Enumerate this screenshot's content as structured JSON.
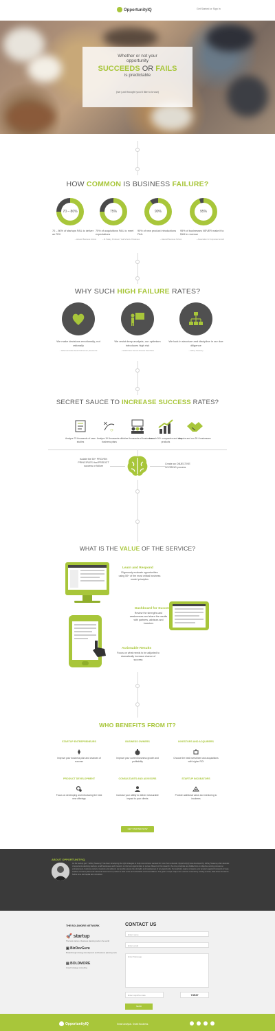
{
  "header": {
    "logo": "OpportunityIQ",
    "login": "Get Started or Sign In"
  },
  "hero": {
    "line1": "Whether or not your",
    "line2": "opportunity",
    "word_succeeds": "SUCCEEDS",
    "word_or": "OR",
    "word_fails": "FAILS",
    "line4": "is predictable",
    "line5": "(we just thought you'd like to know)"
  },
  "common": {
    "title_a": "HOW",
    "title_b": "COMMON",
    "title_c": "IS BUSINESS",
    "title_d": "FAILURE?",
    "stats": [
      {
        "value": "70 – 80%",
        "pct": 0.75,
        "text": "70 – 80% of startups FAIL to deliver an ROI",
        "source": "– Harvard Business School"
      },
      {
        "value": "75%",
        "pct": 0.75,
        "text": "75% of acquisitions FAIL to meet expectations",
        "source": "– M. Bailey, Professor, Yeal School of Business"
      },
      {
        "value": "90%",
        "pct": 0.9,
        "text": "90% of new product introductions FAIL",
        "source": "– Harvard Business School"
      },
      {
        "value": "95%",
        "pct": 0.95,
        "text": "95% of businesses NEVER make it to $1M in revenue",
        "source": "– Association for Corporate Growth"
      }
    ]
  },
  "why": {
    "title_a": "WHY SUCH",
    "title_b": "HIGH FAILURE",
    "title_c": "RATES?",
    "items": [
      {
        "text": "We make decisions emotionally, not rationally",
        "source": "– Nobel Laureate Daniel Kahneman, Economist"
      },
      {
        "text": "We resist deep analysis; our optimism introduces high risk",
        "source": "– Global Flow Venture Director Neal Peck"
      },
      {
        "text": "We lack in structure and discipline in our due diligence",
        "source": "– Jeffrey Sweeney"
      }
    ]
  },
  "sauce": {
    "title_a": "SECRET SAUCE TO",
    "title_b": "INCREASE SUCCESS",
    "title_c": "RATES?",
    "items": [
      "Analyze 70 thousands of case studies",
      "Analyze 1K thousands of business plans",
      "Advise thousands of businesses",
      "Launch 50+ companies and new products",
      "Acquire and run 20+ businesses"
    ],
    "left": "Isolate the 50+ PROVEN PRINCIPLES that PREDICT success or failure",
    "right": "Create an OBJECTIVE SCORING process"
  },
  "value": {
    "title_a": "WHAT IS THE",
    "title_b": "VALUE",
    "title_c": "OF THE SERVICE?",
    "items": [
      {
        "title": "Learn and Respond",
        "text": "Rigorously evaluate opportunities using 50+ of the most critical business model principles"
      },
      {
        "title": "Dashboard for Success",
        "text": "Review the strengths and weaknesses and share the results with partners, advisors and investors"
      },
      {
        "title": "Actionable Results",
        "text": "Focus on what needs to be adjusted to dramatically increase chance of success"
      }
    ]
  },
  "benefits": {
    "title_a": "WHO",
    "title_b": "BENEFITS",
    "title_c": "FROM IT?",
    "items": [
      {
        "title": "STARTUP ENTREPRENEURS",
        "text": "Improve your business plan and chances of success"
      },
      {
        "title": "BUSINESS OWNERS",
        "text": "Improve your current business growth and profitability"
      },
      {
        "title": "INVESTORS AND ACQUIRERS",
        "text": "Choose the best investment and acquisitions with higher ROI"
      },
      {
        "title": "PRODUCT DEVELOPMENT",
        "text": "Focus on developing and introducing the best new offerings"
      },
      {
        "title": "CONSULTANTS AND ADVISORS",
        "text": "Increase your ability to deliver measurable impact to your clients"
      },
      {
        "title": "STARTUP INCUBATORS",
        "text": "Provide additional value and mentoring to incubees"
      }
    ],
    "cta": "GET STARTED NOW"
  },
  "about": {
    "title": "ABOUT OPPORTUNITYIQ",
    "text": "As the startup guru \"Jeffrey Sweeney\" has been developing the right strategies to help new ventures succeed for more than a decade. OpportunityIQ was developed by Jeffrey Sweeney after decades of experience advising startups, small businesses and investors on the best opportunities to pursue. Based on this research, the core principles are distilled into an objective scoring process so entrepreneurs, business owners, investors and advisors can quickly assess the strengths and weaknesses of any opportunity. Our analytics engine compares your answers against thousands of case studies, business plans and real-world outcomes to produce a clear score and actionable recommendations. The goal is simple: help more ventures succeed by making smarter, data-driven decisions before time and capital are committed."
  },
  "network": {
    "title": "THE BOLDMORE NETWORK",
    "items": [
      {
        "name": "startup",
        "desc": "The best startup & business planning tools in the world"
      },
      {
        "name": "BizDevGuru",
        "desc": "Breakthrough strategy development and business planning tools"
      },
      {
        "name": "BOLDMORE",
        "desc": "Growth strategy consulting"
      }
    ]
  },
  "contact": {
    "title": "CONTACT US",
    "name_placeholder": "Enter name",
    "email_placeholder": "Enter email",
    "message_placeholder": "Enter Message",
    "captcha_placeholder": "Enter captcha code",
    "captcha_code": "74947",
    "send": "SEND"
  },
  "footer": {
    "logo": "OpportunityIQ",
    "tagline": "Smart Analysis. Smart Business."
  },
  "colors": {
    "accent": "#a8c63a",
    "dark": "#3a3a3a"
  }
}
